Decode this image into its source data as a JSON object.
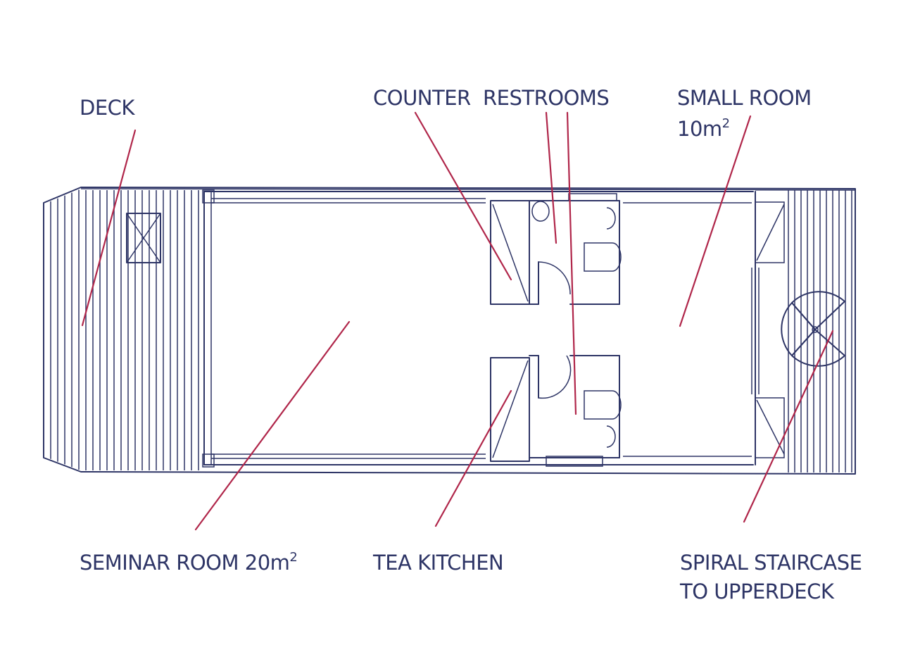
{
  "labels": {
    "deck": "DECK",
    "counter": "COUNTER",
    "restrooms": "RESTROOMS",
    "small_room": "SMALL ROOM",
    "small_room_area": "10m",
    "small_room_area_sup": "2",
    "seminar_room": "SEMINAR ROOM 20m",
    "seminar_room_sup": "2",
    "tea_kitchen": "TEA KITCHEN",
    "spiral_line1": "SPIRAL STAIRCASE",
    "spiral_line2": "TO UPPERDECK"
  },
  "colors": {
    "ink": "#2e3566",
    "leader": "#b0264a",
    "background": "#ffffff"
  }
}
